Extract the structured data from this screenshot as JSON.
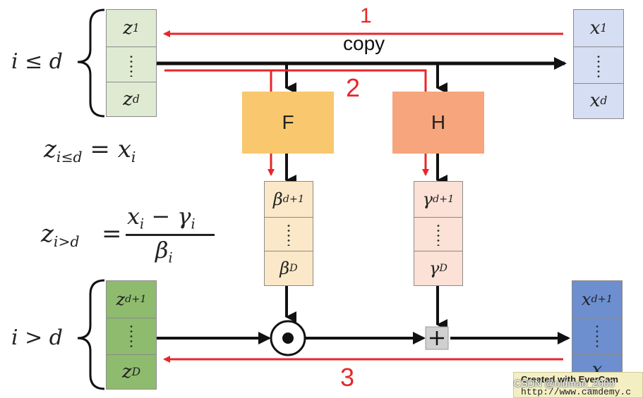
{
  "colors": {
    "light_green": "#dfead3",
    "dark_green": "#8fbb6e",
    "light_blue": "#d5def2",
    "dark_blue": "#6d8fd0",
    "F_fill": "#f9c76d",
    "H_fill": "#f6a57c",
    "beta_fill": "#fbe8c8",
    "gamma_fill": "#fbe1d6",
    "red": "#e8262a",
    "black": "#111111"
  },
  "labels": {
    "copy": "copy",
    "step1": "1",
    "step2": "2",
    "step3": "3",
    "F": "F",
    "H": "H"
  },
  "conditions": {
    "top": "i ≤ d",
    "bottom": "i > d"
  },
  "equations": {
    "eq1_lhs": "z",
    "eq1_sub": "i≤d",
    "eq1_rhs": "= x",
    "eq1_rhs_sub": "i",
    "eq2_lhs": "z",
    "eq2_sub": "i>d",
    "eq2_eq": "=",
    "eq2_num": "x",
    "eq2_num_sub": "i",
    "eq2_minus": "− γ",
    "eq2_gamma_sub": "i",
    "eq2_den": "β",
    "eq2_den_sub": "i"
  },
  "vectors": {
    "z_top": {
      "first": "z",
      "first_sub": "1",
      "last": "z",
      "last_sub": "d"
    },
    "x_top": {
      "first": "x",
      "first_sub": "1",
      "last": "x",
      "last_sub": "d"
    },
    "beta": {
      "first": "β",
      "first_sub": "d+1",
      "last": "β",
      "last_sub": "D"
    },
    "gamma": {
      "first": "γ",
      "first_sub": "d+1",
      "last": "γ",
      "last_sub": "D"
    },
    "z_bottom": {
      "first": "z",
      "first_sub": "d+1",
      "last": "z",
      "last_sub": "D"
    },
    "x_bottom": {
      "first": "x",
      "first_sub": "d+1",
      "last": "x"
    }
  },
  "operators": {
    "multiply": "⊙",
    "add": "+"
  },
  "watermark": {
    "line1": "Created with EverCam",
    "line2": "http://www.camdemy.c",
    "csdn": "CSDN @oldmao_2000"
  }
}
